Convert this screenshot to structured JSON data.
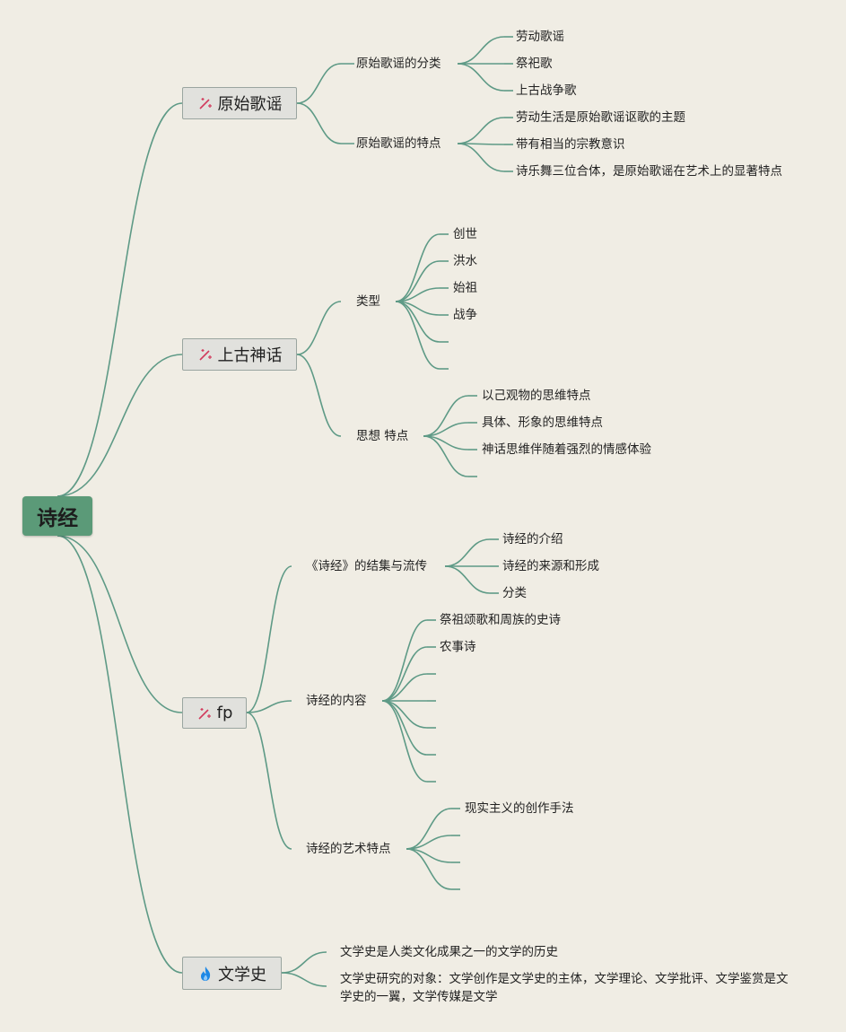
{
  "root": {
    "label": "诗经"
  },
  "branches": [
    {
      "label": "原始歌谣",
      "icon": "magic-wand-icon",
      "subs": [
        {
          "label": "原始歌谣的分类",
          "leaves": [
            "劳动歌谣",
            "祭祀歌",
            "上古战争歌"
          ]
        },
        {
          "label": "原始歌谣的特点",
          "leaves": [
            "劳动生活是原始歌谣讴歌的主题",
            "带有相当的宗教意识",
            "诗乐舞三位合体，是原始歌谣在艺术上的显著特点"
          ]
        }
      ]
    },
    {
      "label": "上古神话",
      "icon": "magic-wand-icon",
      "subs": [
        {
          "label": "类型",
          "leaves": [
            "创世",
            "洪水",
            "始祖",
            "战争",
            "",
            ""
          ]
        },
        {
          "label": "思想 特点",
          "leaves": [
            "以己观物的思维特点",
            "具体、形象的思维特点",
            "神话思维伴随着强烈的情感体验",
            ""
          ]
        }
      ]
    },
    {
      "label": "fp",
      "icon": "magic-wand-icon",
      "subs": [
        {
          "label": "《诗经》的结集与流传",
          "leaves": [
            "诗经的介绍",
            "诗经的来源和形成",
            "分类"
          ]
        },
        {
          "label": "诗经的内容",
          "leaves": [
            "祭祖颂歌和周族的史诗",
            "农事诗",
            "",
            "",
            "",
            "",
            ""
          ]
        },
        {
          "label": "诗经的艺术特点",
          "leaves": [
            "现实主义的创作手法",
            "",
            "",
            ""
          ]
        }
      ]
    },
    {
      "label": "文学史",
      "icon": "flame-icon",
      "leaves": [
        "文学史是人类文化成果之一的文学的历史",
        "文学史研究的对象：文学创作是文学史的主体，文学理论、文学批评、文学鉴赏是文学史的一翼，文学传媒是文学"
      ]
    }
  ],
  "colors": {
    "background": "#f0ede4",
    "link": "#5e9a86",
    "root": "#5b9a78",
    "branch_bg": "#e1e1dd",
    "wand": "#d23a5c",
    "flame": "#1e88e5"
  }
}
